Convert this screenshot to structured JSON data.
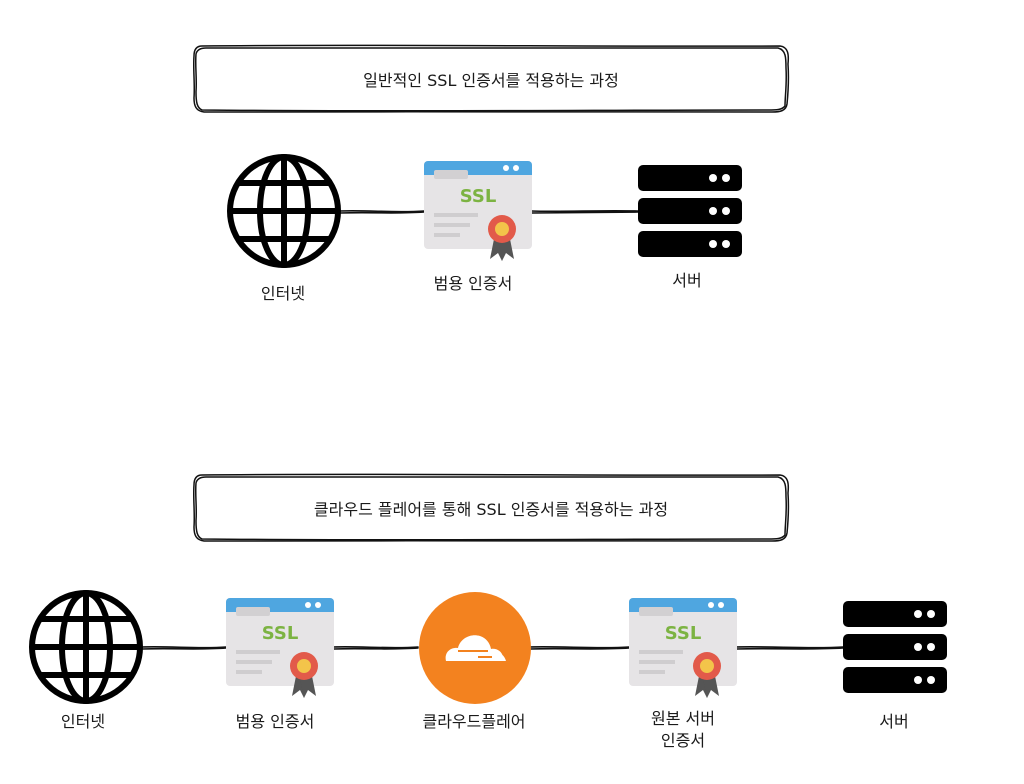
{
  "section1": {
    "title": "일반적인 SSL 인증서를 적용하는 과정",
    "labels": {
      "internet": "인터넷",
      "cert": "범용 인증서",
      "server": "서버"
    },
    "cert_text": "SSL"
  },
  "section2": {
    "title": "클라우드 플레어를 통해 SSL 인증서를 적용하는 과정",
    "labels": {
      "internet": "인터넷",
      "cert": "범용 인증서",
      "cloudflare": "클라우드플레어",
      "origin_cert_line1": "원본 서버",
      "origin_cert_line2": "인증서",
      "server": "서버"
    },
    "cert_text": "SSL"
  },
  "colors": {
    "ssl_green": "#7cb342",
    "cert_bar": "#4fa6e0",
    "cert_body": "#e6e4e6",
    "ribbon": "#555555",
    "medal": "#e25a4a",
    "medal_core": "#f3c44a",
    "cloudflare_orange": "#f3821f"
  },
  "icons": [
    "globe-icon",
    "ssl-certificate-icon",
    "server-icon",
    "cloudflare-icon"
  ]
}
